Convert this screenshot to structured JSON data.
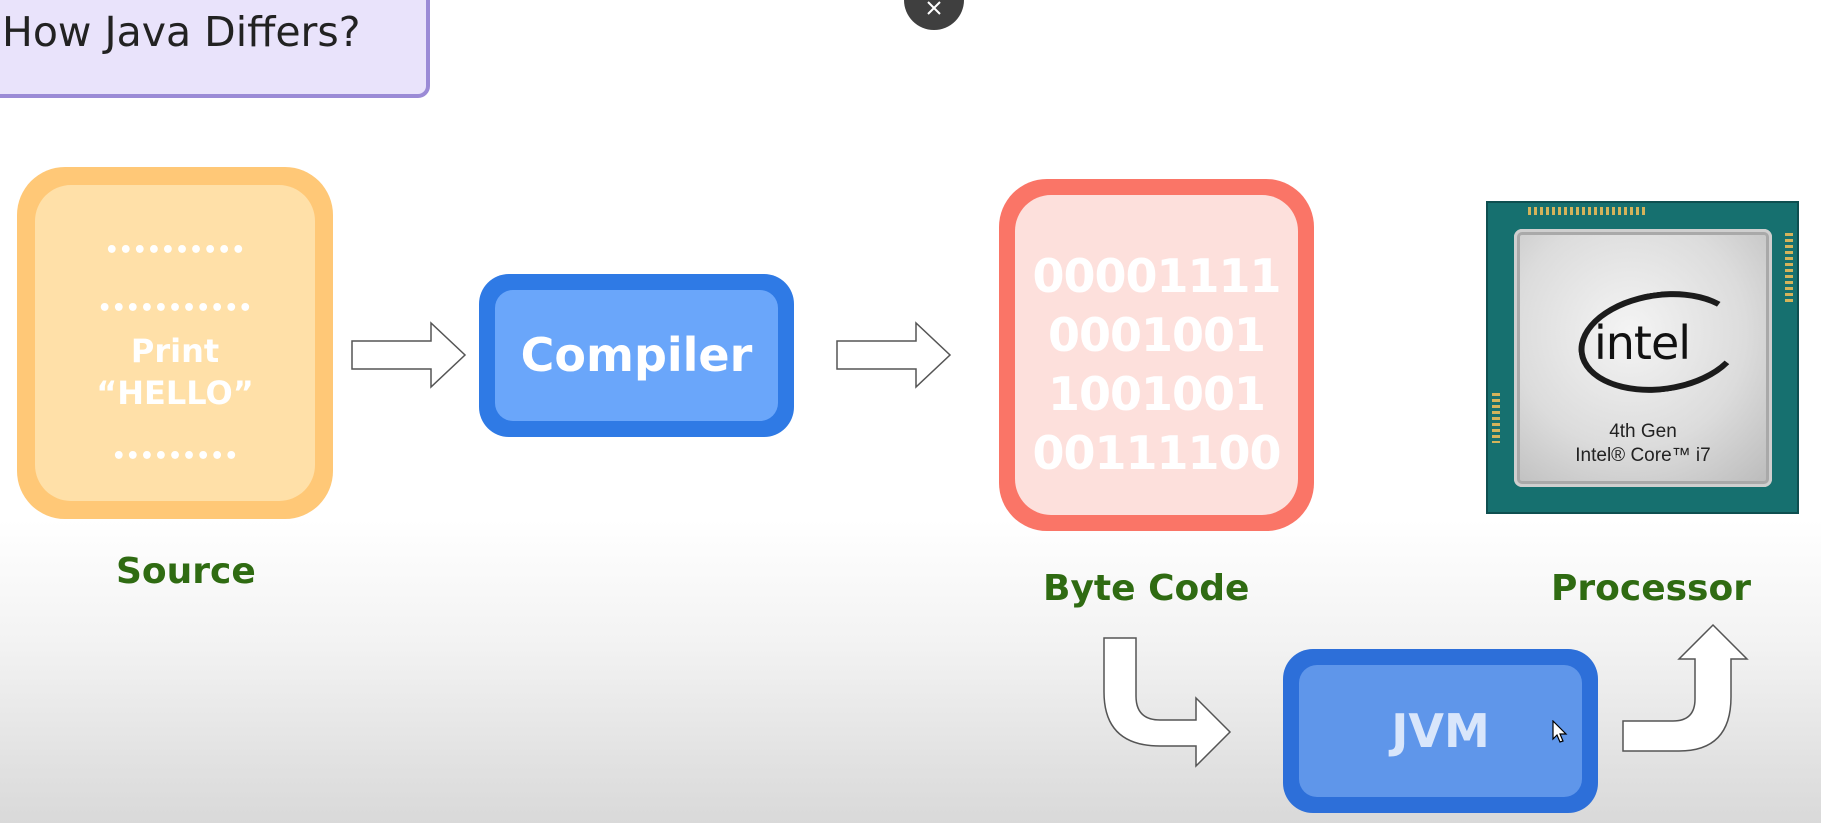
{
  "title": "How Java Differs?",
  "close_icon": "close-icon",
  "source": {
    "line1": "••••••••••",
    "line2": "•••••••••••",
    "print_line1": "Print",
    "print_line2": "“HELLO”",
    "line4": "•••••••••",
    "caption": "Source"
  },
  "compiler": {
    "label": "Compiler"
  },
  "bytecode": {
    "lines": [
      "00001111",
      "0001001",
      "1001001",
      "00111100"
    ],
    "caption": "Byte Code"
  },
  "jvm": {
    "label": "JVM"
  },
  "processor": {
    "brand": "intel",
    "gen": "4th Gen",
    "model": "Intel® Core™ i7",
    "caption": "Processor"
  },
  "colors": {
    "caption_green": "#2f6b12",
    "source_orange": "#ffc877",
    "compiler_blue": "#2f7ae5",
    "bytecode_red": "#fa7567",
    "jvm_blue": "#2d6fd9"
  }
}
